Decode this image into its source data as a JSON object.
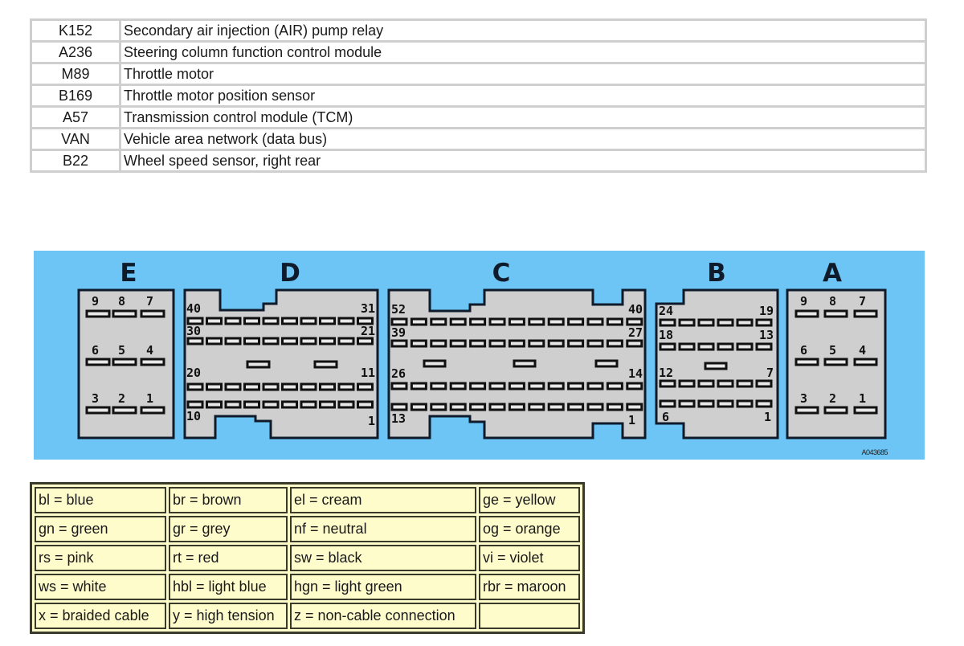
{
  "components": [
    {
      "code": "K152",
      "description": "Secondary air injection (AIR) pump relay"
    },
    {
      "code": "A236",
      "description": "Steering column function control module"
    },
    {
      "code": "M89",
      "description": "Throttle motor"
    },
    {
      "code": "B169",
      "description": "Throttle motor position sensor"
    },
    {
      "code": "A57",
      "description": "Transmission control module (TCM)"
    },
    {
      "code": "VAN",
      "description": "Vehicle area network (data bus)"
    },
    {
      "code": "B22",
      "description": "Wheel speed sensor, right rear"
    }
  ],
  "diagram": {
    "reference_code": "A043685",
    "colors": {
      "background": "#6cc5f4",
      "connector_fill": "#cfcfcf",
      "outline": "#0f1b2a"
    },
    "connectors": [
      {
        "id": "E",
        "pin_labels": [
          "9",
          "8",
          "7",
          "6",
          "5",
          "4",
          "3",
          "2",
          "1"
        ]
      },
      {
        "id": "D",
        "pin_labels": [
          "40",
          "31",
          "30",
          "21",
          "20",
          "11",
          "10",
          "1"
        ]
      },
      {
        "id": "C",
        "pin_labels": [
          "52",
          "40",
          "39",
          "27",
          "26",
          "14",
          "13",
          "1"
        ]
      },
      {
        "id": "B",
        "pin_labels": [
          "24",
          "19",
          "18",
          "13",
          "12",
          "7",
          "6",
          "1"
        ]
      },
      {
        "id": "A",
        "pin_labels": [
          "9",
          "8",
          "7",
          "6",
          "5",
          "4",
          "3",
          "2",
          "1"
        ]
      }
    ]
  },
  "legend": {
    "rows": [
      [
        "bl = blue",
        "br = brown",
        "el = cream",
        "ge = yellow"
      ],
      [
        "gn = green",
        "gr = grey",
        "nf = neutral",
        "og = orange"
      ],
      [
        "rs = pink",
        "rt = red",
        "sw = black",
        "vi = violet"
      ],
      [
        "ws = white",
        "hbl = light blue",
        "hgn = light green",
        "rbr = maroon"
      ],
      [
        "x = braided cable",
        "y = high tension",
        "z = non-cable connection",
        ""
      ]
    ]
  }
}
